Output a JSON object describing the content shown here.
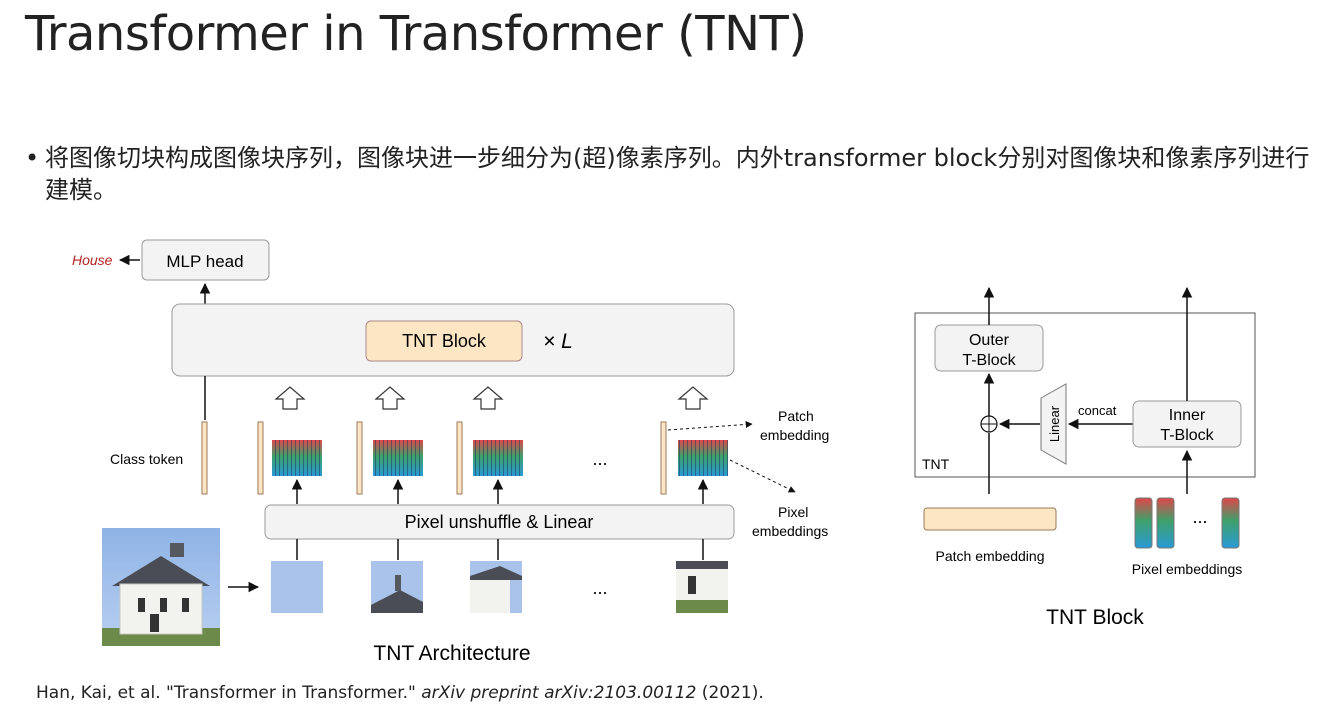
{
  "slide": {
    "title": "Transformer in Transformer (TNT)",
    "bullet": "将图像切块构成图像块序列，图像块进一步细分为(超)像素序列。内外transformer block分别对图像块和像素序列进行建模。"
  },
  "architecture": {
    "house_label": "House",
    "mlp_head": "MLP head",
    "tnt_block": "TNT Block",
    "times_label": "× L",
    "class_token": "Class token",
    "patch_embedding_line1": "Patch",
    "patch_embedding_line2": "embedding",
    "pixel_embeddings_line1": "Pixel",
    "pixel_embeddings_line2": "embeddings",
    "unshuffle": "Pixel unshuffle & Linear",
    "ellipsis": "...",
    "caption": "TNT Architecture"
  },
  "block": {
    "outer_line1": "Outer",
    "outer_line2": "T-Block",
    "inner_line1": "Inner",
    "inner_line2": "T-Block",
    "linear": "Linear",
    "concat": "concat",
    "tnt": "TNT",
    "patch_embedding": "Patch embedding",
    "pixel_embeddings": "Pixel embeddings",
    "ellipsis": "...",
    "caption": "TNT Block"
  },
  "citation": {
    "authors": "Han, Kai, et al. \"Transformer in Transformer.\" ",
    "venue": "arXiv preprint arXiv:2103.00112",
    "year": " (2021)."
  },
  "colors": {
    "accent_box": "#fde6c4",
    "box_fill": "#f3f3f3",
    "box_stroke": "#9a9a9a",
    "house_red": "#b22222",
    "pixel_top": "#e0464a",
    "pixel_mid": "#3fa06a",
    "pixel_bottom": "#2a9ad6"
  }
}
